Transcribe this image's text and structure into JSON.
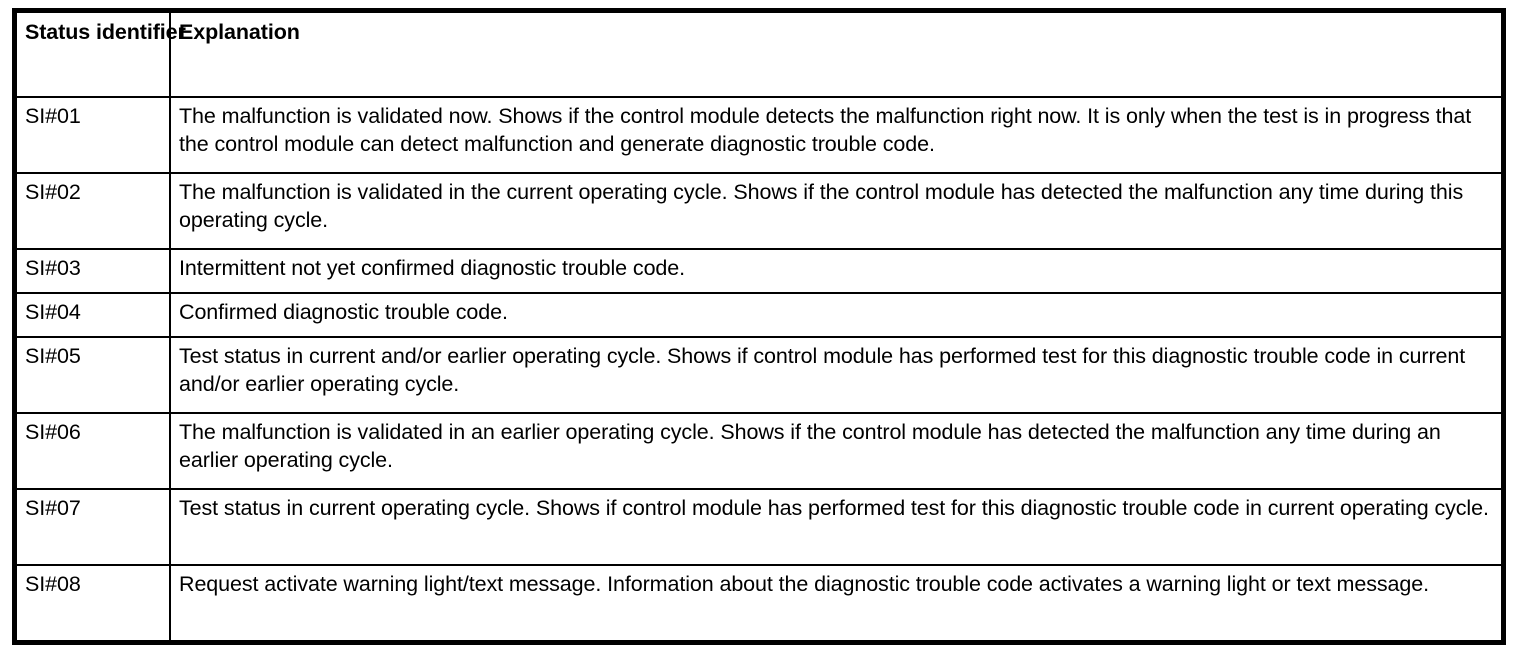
{
  "table": {
    "columns": [
      {
        "key": "status_identifier",
        "header": "Status\nidentifier"
      },
      {
        "key": "explanation",
        "header": "Explanation"
      }
    ],
    "rows": [
      {
        "status_identifier": "SI#01",
        "explanation": "The malfunction is validated now. Shows if the control module detects the malfunction right now. It is only when the test is in progress that the control module can detect malfunction and generate diagnostic trouble code.",
        "height": "tall"
      },
      {
        "status_identifier": "SI#02",
        "explanation": "The malfunction is validated in the current operating cycle. Shows if the control module has detected the malfunction any time during this operating cycle.",
        "height": "tall"
      },
      {
        "status_identifier": "SI#03",
        "explanation": "Intermittent not yet confirmed diagnostic trouble code.",
        "height": "short"
      },
      {
        "status_identifier": "SI#04",
        "explanation": "Confirmed diagnostic trouble code.",
        "height": "short"
      },
      {
        "status_identifier": "SI#05",
        "explanation": "Test status in current and/or earlier operating cycle. Shows if control module has performed test for this diagnostic trouble code in current and/or earlier operating cycle.",
        "height": "tall"
      },
      {
        "status_identifier": "SI#06",
        "explanation": "The malfunction is validated in an earlier operating cycle. Shows if the control module has detected the malfunction any time during an earlier operating cycle.",
        "height": "tall"
      },
      {
        "status_identifier": "SI#07",
        "explanation": "Test status in current operating cycle. Shows if control module has performed test for this diagnostic trouble code in current operating cycle.",
        "height": "tall"
      },
      {
        "status_identifier": "SI#08",
        "explanation": "Request activate warning light/text message. Information about the diagnostic trouble code activates a warning light or text message.",
        "height": "tall"
      }
    ]
  },
  "colors": {
    "border": "#000000",
    "text": "#000000",
    "background": "#ffffff"
  }
}
